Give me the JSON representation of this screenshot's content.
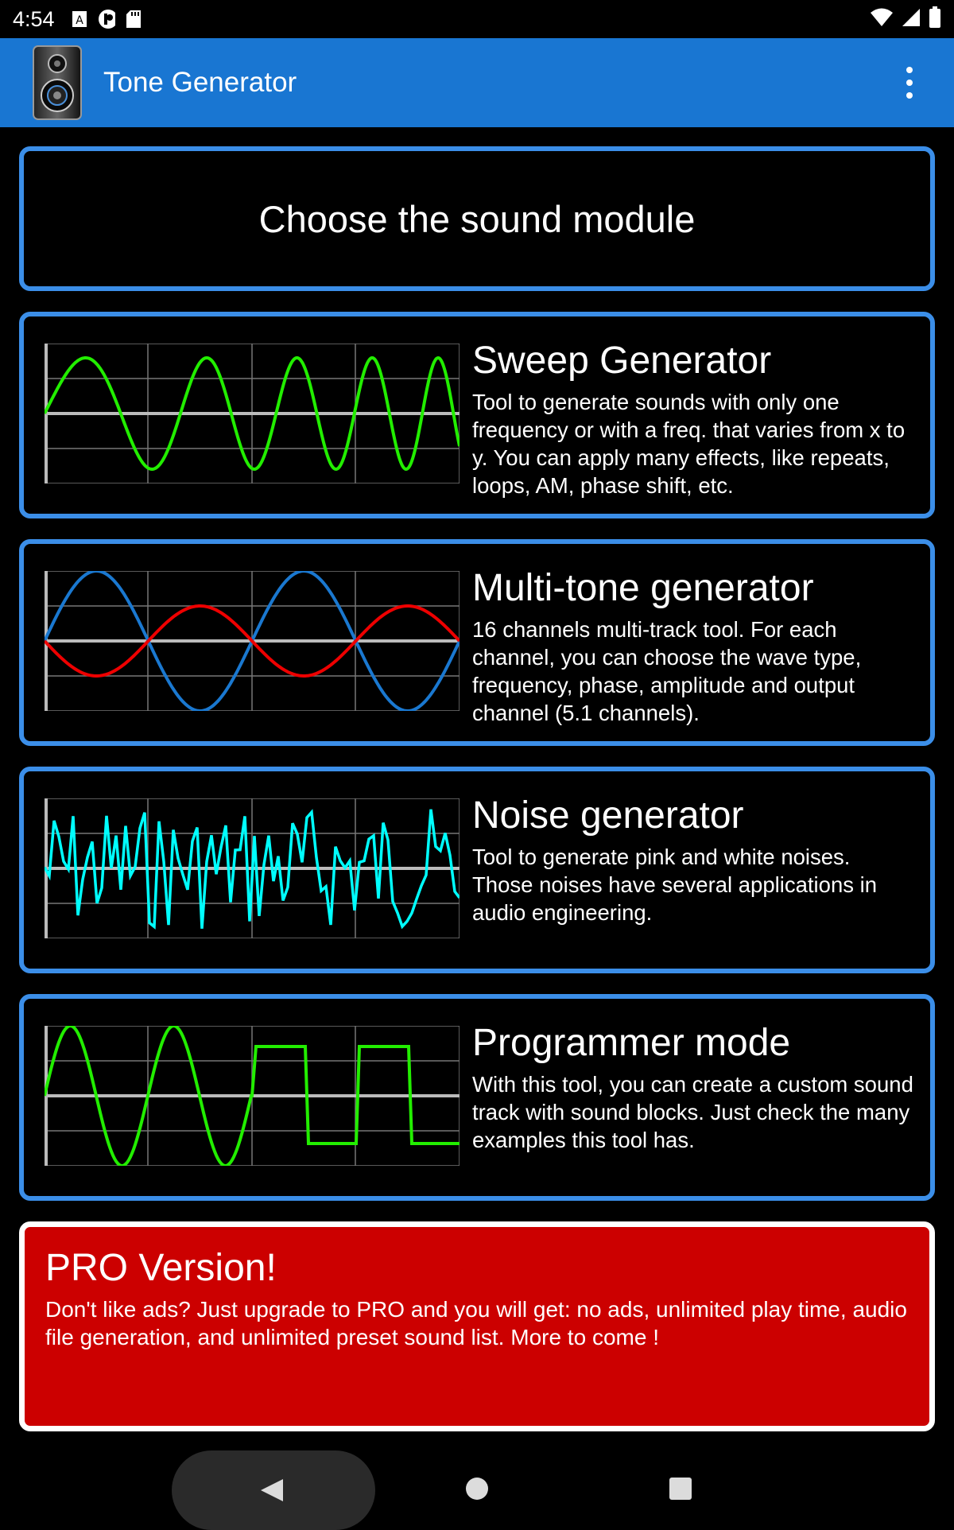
{
  "status": {
    "time": "4:54"
  },
  "appbar": {
    "title": "Tone Generator"
  },
  "header": {
    "text": "Choose the sound module"
  },
  "modules": [
    {
      "title": "Sweep Generator",
      "desc": "Tool to generate sounds with only one frequency or with a freq. that varies from x to y. You can apply many effects, like repeats, loops, AM, phase shift, etc."
    },
    {
      "title": "Multi-tone generator",
      "desc": "16 channels multi-track tool. For each channel, you can choose the wave type, frequency, phase, amplitude and output channel (5.1 channels)."
    },
    {
      "title": "Noise generator",
      "desc": "Tool to generate pink and white noises. Those noises have several applications in audio engineering."
    },
    {
      "title": "Programmer mode",
      "desc": "With this tool, you can create a custom sound track with sound blocks. Just check the many examples this tool has."
    }
  ],
  "pro": {
    "title": "PRO Version!",
    "desc": "Don't like ads? Just upgrade to PRO and you will get: no ads, unlimited play time, audio file generation, and unlimited preset sound list. More to come !"
  },
  "colors": {
    "appbar": "#1976d2",
    "card_border": "#3b8ee8",
    "pro_bg": "#cc0000",
    "wave_green": "#22ee00",
    "wave_blue": "#1a78d0",
    "wave_red": "#ee0000",
    "wave_cyan": "#00ffff"
  }
}
